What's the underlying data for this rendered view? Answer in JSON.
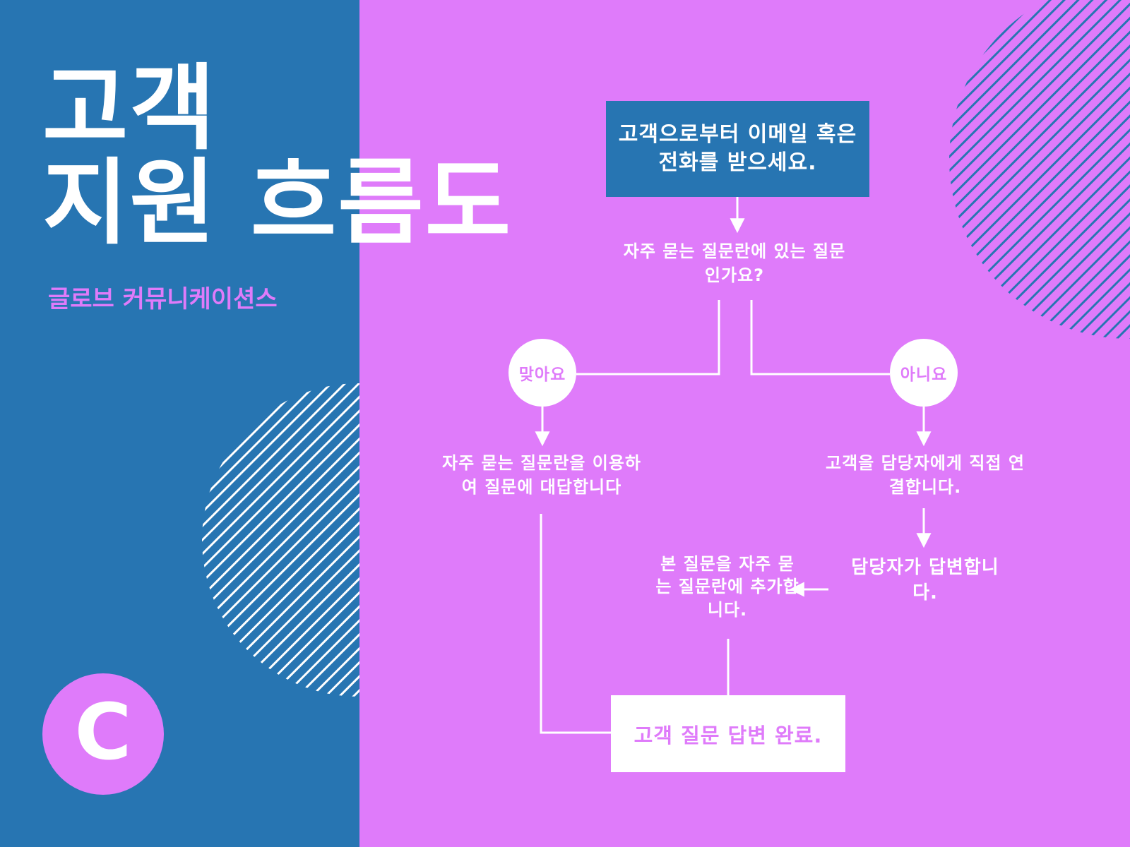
{
  "title": {
    "line1": "고객",
    "line2": "지원 흐름도"
  },
  "subtitle": "글로브 커뮤니케이션스",
  "logo": {
    "letter": "C"
  },
  "flow": {
    "start": "고객으로부터 이메일 혹은 전화를 받으세요.",
    "question": "자주 묻는 질문란에 있는 질문인가요?",
    "yes_label": "맞아요",
    "no_label": "아니요",
    "yes_action": "자주 묻는 질문란을 이용하여 질문에 대답합니다",
    "no_action": "고객을 담당자에게 직접 연결합니다.",
    "agent_answer": "담당자가 답변합니다.",
    "add_to_faq": "본 질문을 자주 묻는 질문란에 추가합니다.",
    "end": "고객 질문 답변 완료."
  },
  "colors": {
    "blue": "#2775b2",
    "pink": "#df7bfa",
    "white": "#ffffff"
  }
}
